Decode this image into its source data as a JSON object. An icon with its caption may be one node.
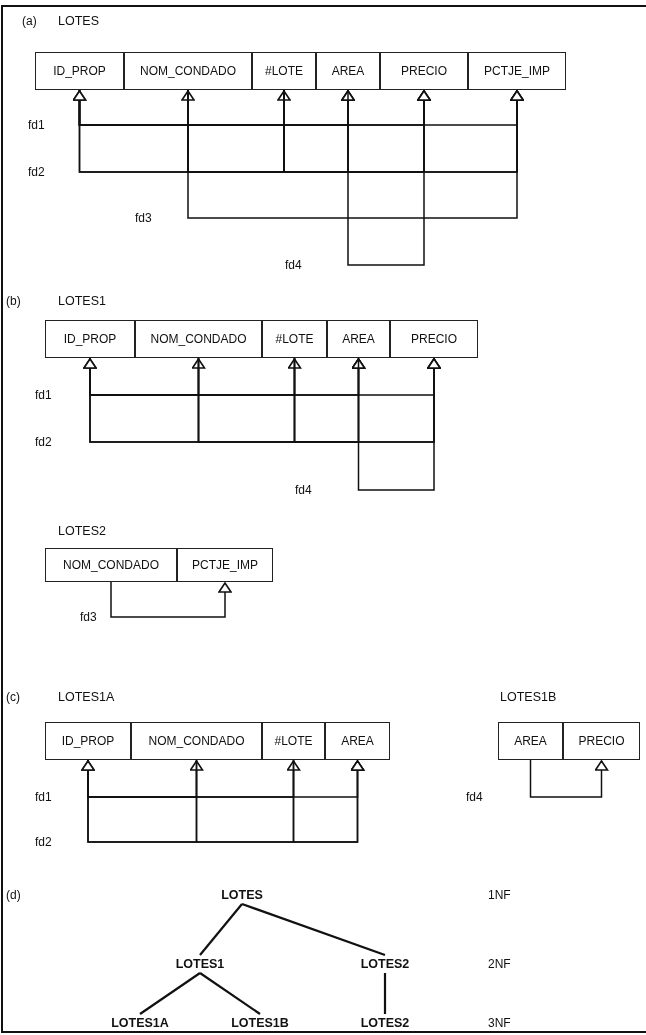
{
  "diagram": {
    "nodes": [
      {
        "text": [
          "LOTES"
        ]
      },
      {
        "text": [
          "ID_PROP"
        ],
        "in": 0
      },
      {
        "text": [
          "NOM_CONDADO"
        ],
        "in": 0
      },
      {
        "text": [
          "#LOTE"
        ],
        "in": 0
      },
      {
        "text": [
          "AREA"
        ],
        "in": 0
      },
      {
        "text": [
          "PRECIO"
        ],
        "in": 0
      },
      {
        "text": [
          "PCTJE_IMP"
        ],
        "in": 0
      },
      {
        "text": [
          "LOTES1"
        ]
      },
      {
        "text": [
          "ID_PROP"
        ],
        "in": 7
      },
      {
        "text": [
          "NOM_CONDADO"
        ],
        "in": 7
      },
      {
        "text": [
          "#LOTE"
        ],
        "in": 7
      },
      {
        "text": [
          "AREA"
        ],
        "in": 7
      },
      {
        "text": [
          "PRECIO"
        ],
        "in": 7
      },
      {
        "text": [
          "LOTES2"
        ]
      },
      {
        "text": [
          "NOM_CONDADO"
        ],
        "in": 13
      },
      {
        "text": [
          "PCTJE_IMP"
        ],
        "in": 13
      },
      {
        "text": [
          "LOTES1A"
        ]
      },
      {
        "text": [
          "ID_PROP"
        ],
        "in": 16
      },
      {
        "text": [
          "NOM_CONDADO"
        ],
        "in": 16
      },
      {
        "text": [
          "#LOTE"
        ],
        "in": 16
      },
      {
        "text": [
          "AREA"
        ],
        "in": 16
      },
      {
        "text": [
          "LOTES1B"
        ]
      },
      {
        "text": [
          "AREA"
        ],
        "in": 21
      },
      {
        "text": [
          "PRECIO"
        ],
        "in": 21
      },
      {
        "text": [
          "LOTES"
        ]
      },
      {
        "text": [
          "LOTES1"
        ]
      },
      {
        "text": [
          "LOTES2"
        ]
      },
      {
        "text": [
          "LOTES1A"
        ]
      },
      {
        "text": [
          "LOTES1B"
        ]
      },
      {
        "text": [
          "LOTES2"
        ]
      }
    ],
    "edges": [
      {
        "from": 1,
        "to": 2,
        "arrow": "to",
        "label": "fd1"
      },
      {
        "from": 1,
        "to": 3,
        "arrow": "to"
      },
      {
        "from": 1,
        "to": 4,
        "arrow": "to"
      },
      {
        "from": 1,
        "to": 5,
        "arrow": "to"
      },
      {
        "from": 1,
        "to": 6,
        "arrow": "to"
      },
      {
        "from": 2,
        "to": 1,
        "arrow": "to",
        "label": "fd2"
      },
      {
        "from": 2,
        "to": 4,
        "arrow": "to"
      },
      {
        "from": 2,
        "to": 5,
        "arrow": "to"
      },
      {
        "from": 2,
        "to": 6,
        "arrow": "to"
      },
      {
        "from": 3,
        "to": 1,
        "arrow": "to"
      },
      {
        "from": 3,
        "to": 4,
        "arrow": "to"
      },
      {
        "from": 3,
        "to": 5,
        "arrow": "to"
      },
      {
        "from": 3,
        "to": 6,
        "arrow": "to"
      },
      {
        "from": 2,
        "to": 6,
        "arrow": "to",
        "label": "fd3"
      },
      {
        "from": 4,
        "to": 5,
        "arrow": "to",
        "label": "fd4"
      },
      {
        "from": 8,
        "to": 9,
        "arrow": "to",
        "label": "fd1"
      },
      {
        "from": 8,
        "to": 10,
        "arrow": "to"
      },
      {
        "from": 8,
        "to": 11,
        "arrow": "to"
      },
      {
        "from": 8,
        "to": 12,
        "arrow": "to"
      },
      {
        "from": 9,
        "to": 8,
        "arrow": "to",
        "label": "fd2"
      },
      {
        "from": 9,
        "to": 11,
        "arrow": "to"
      },
      {
        "from": 9,
        "to": 12,
        "arrow": "to"
      },
      {
        "from": 10,
        "to": 8,
        "arrow": "to"
      },
      {
        "from": 10,
        "to": 11,
        "arrow": "to"
      },
      {
        "from": 10,
        "to": 12,
        "arrow": "to"
      },
      {
        "from": 11,
        "to": 12,
        "arrow": "to",
        "label": "fd4"
      },
      {
        "from": 14,
        "to": 15,
        "arrow": "to",
        "label": "fd3"
      },
      {
        "from": 17,
        "to": 18,
        "arrow": "to",
        "label": "fd1"
      },
      {
        "from": 17,
        "to": 19,
        "arrow": "to"
      },
      {
        "from": 17,
        "to": 20,
        "arrow": "to"
      },
      {
        "from": 18,
        "to": 17,
        "arrow": "to",
        "label": "fd2"
      },
      {
        "from": 18,
        "to": 20,
        "arrow": "to"
      },
      {
        "from": 19,
        "to": 17,
        "arrow": "to"
      },
      {
        "from": 19,
        "to": 20,
        "arrow": "to"
      },
      {
        "from": 22,
        "to": 23,
        "arrow": "to",
        "label": "fd4"
      },
      {
        "from": 24,
        "to": 25,
        "arrow": "none"
      },
      {
        "from": 24,
        "to": 26,
        "arrow": "none"
      },
      {
        "from": 25,
        "to": 27,
        "arrow": "none"
      },
      {
        "from": 25,
        "to": 28,
        "arrow": "none"
      },
      {
        "from": 26,
        "to": 29,
        "arrow": "none"
      }
    ],
    "labels": [
      "(a)",
      "(b)",
      "(c)",
      "(d)",
      "1NF",
      "2NF",
      "3NF"
    ]
  }
}
